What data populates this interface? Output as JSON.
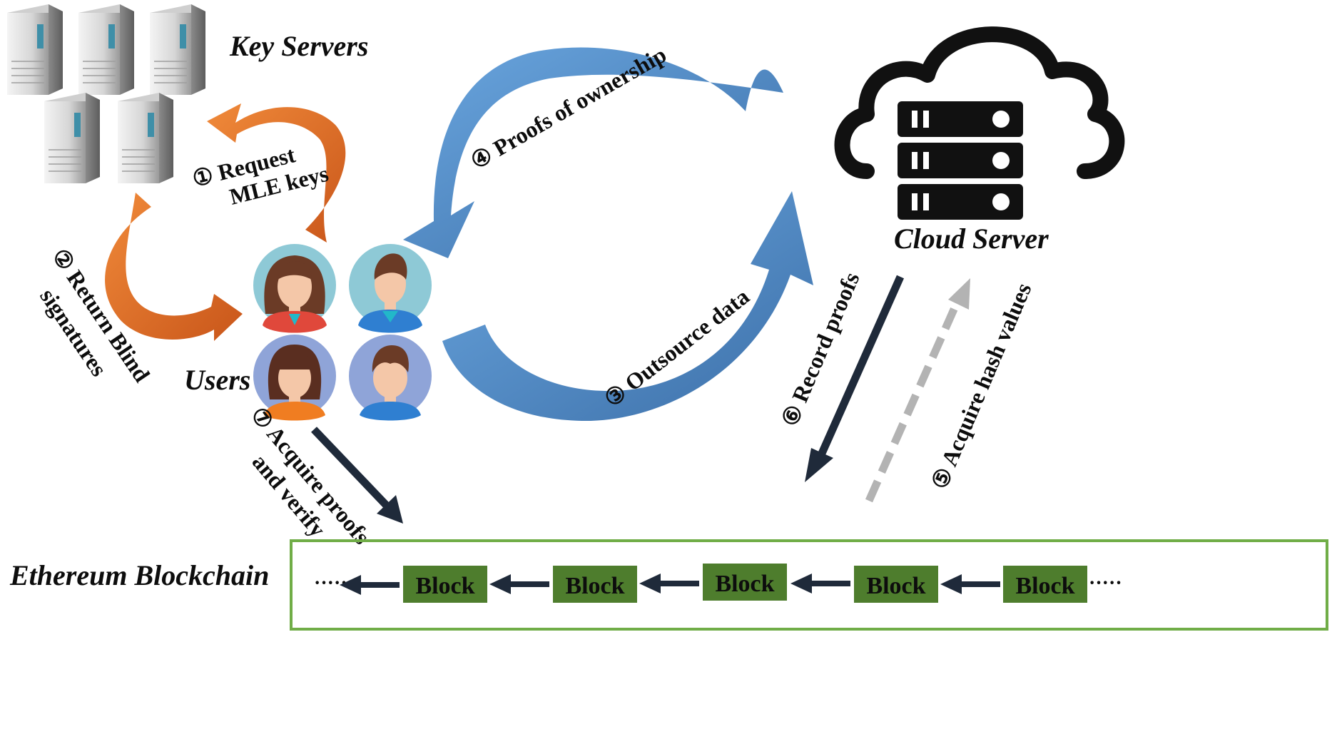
{
  "labels": {
    "key_servers": "Key Servers",
    "cloud_server": "Cloud Server",
    "users": "Users",
    "ethereum_blockchain": "Ethereum Blockchain"
  },
  "steps": {
    "s1_line1": "① Request",
    "s1_line2": "MLE keys",
    "s2_line1": "② Return Blind",
    "s2_line2": "signatures",
    "s3": "③ Outsource data",
    "s4": "④ Proofs of ownership",
    "s5": "⑤ Acquire hash values",
    "s6": "⑥ Record proofs",
    "s7_line1": "⑦ Acquire proofs",
    "s7_line2": "and  verify"
  },
  "blocks": [
    "Block",
    "Block",
    "Block",
    "Block",
    "Block"
  ],
  "chain_ellipsis_left": "·····",
  "chain_ellipsis_right": "·····",
  "colors": {
    "orange_arrow": "#d9691f",
    "blue_arrow": "#4a86c6",
    "dark_arrow": "#1f2a3a",
    "gray_arrow": "#b3b3b3",
    "block_fill": "#4e7d2d",
    "chain_border": "#70ad47"
  },
  "icons": {
    "server": "server-tower-icon",
    "cloud": "cloud-server-icon",
    "user": "user-avatar-icon"
  }
}
